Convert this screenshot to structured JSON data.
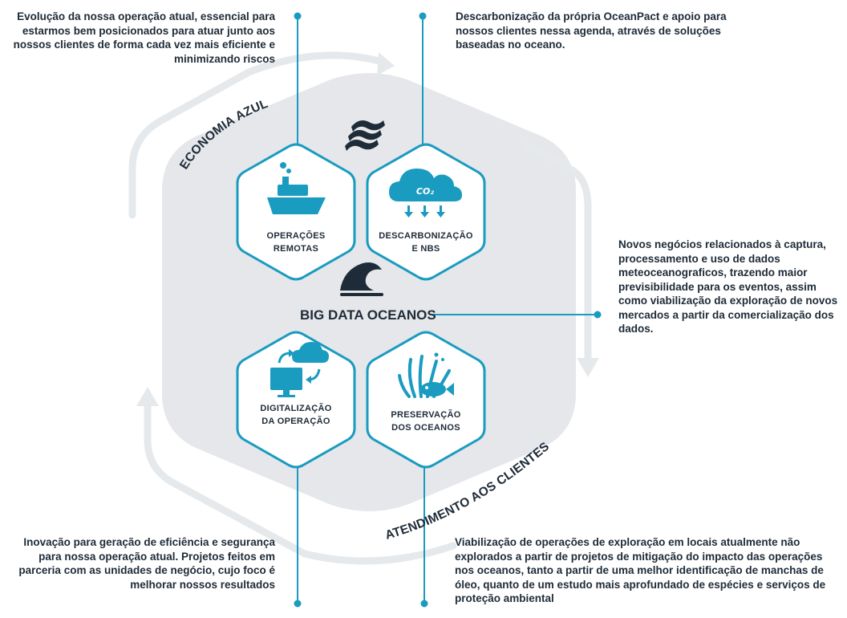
{
  "descriptions": {
    "top_left": "Evolução da nossa operação atual, essencial para estarmos bem posicionados para atuar junto aos nossos clientes de forma cada vez mais eficiente e minimizando riscos",
    "top_right": "Descarbonização da própria OceanPact e apoio para nossos clientes nessa agenda, através de soluções baseadas no oceano.",
    "middle_right": "Novos negócios relacionados à captura, processamento e uso de dados meteoceanograficos, trazendo maior previsibilidade para os eventos, assim como viabilização da exploração de novos mercados a partir da comercialização dos dados.",
    "bottom_left": "Inovação para geração de eficiência e segurança para nossa operação atual. Projetos feitos em parceria com as unidades de negócio, cujo foco é melhorar nossos resultados",
    "bottom_right": "Viabilização de operações de exploração em locais atualmente não explorados a partir de projetos de mitigação do impacto das operações nos oceanos, tanto a partir de uma melhor identificação de manchas de óleo, quanto de um estudo mais aprofundado de espécies e serviços de proteção ambiental"
  },
  "center": {
    "title": "BIG DATA OCEANOS"
  },
  "hexes": {
    "remote_ops": {
      "line1": "OPERAÇÕES",
      "line2": "REMOTAS"
    },
    "decarbon": {
      "line1": "DESCARBONIZAÇÃO",
      "line2": "E NBS",
      "co2": "CO₂"
    },
    "digital": {
      "line1": "DIGITALIZAÇÃO",
      "line2": "DA OPERAÇÃO"
    },
    "preservation": {
      "line1": "PRESERVAÇÃO",
      "line2": "DOS OCEANOS"
    }
  },
  "arc_labels": {
    "top": "ECONOMIA AZUL",
    "bottom": "ATENDIMENTO AOS CLIENTES"
  },
  "colors": {
    "accent": "#1a9bc0",
    "hexagon_bg": "#e5e7ea",
    "arrow": "#e6e9ec",
    "text": "#1e2b38"
  }
}
